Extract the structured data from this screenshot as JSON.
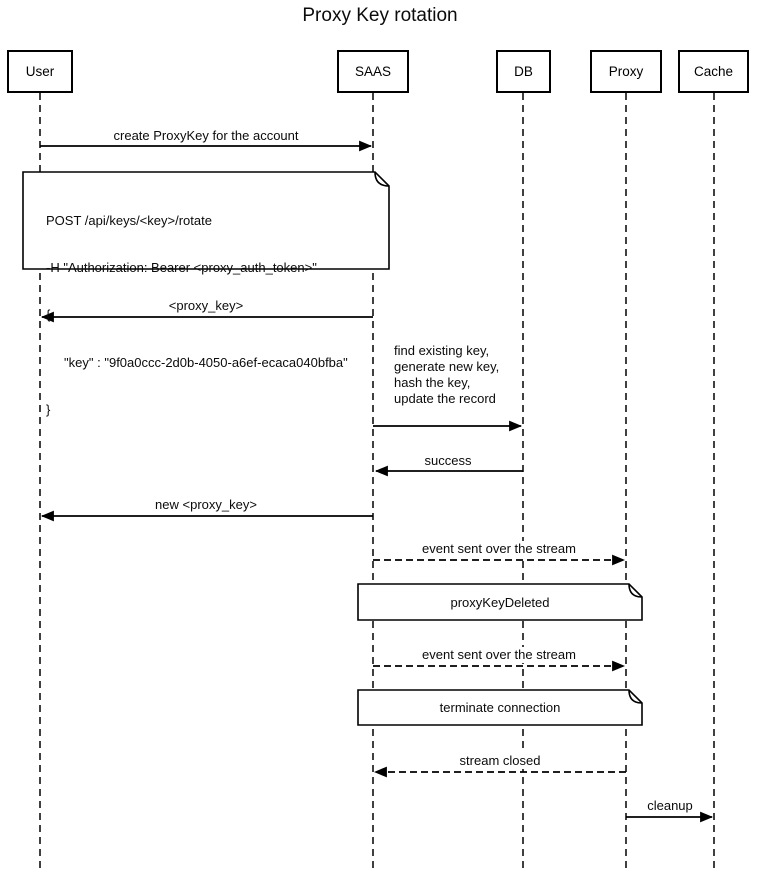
{
  "title": "Proxy Key rotation",
  "actors": {
    "user": "User",
    "saas": "SAAS",
    "db": "DB",
    "proxy": "Proxy",
    "cache": "Cache"
  },
  "messages": {
    "create_key": "create ProxyKey for the account",
    "proxy_key": "<proxy_key>",
    "db_op": {
      "line1": "find existing key,",
      "line2": "generate new key,",
      "line3": "hash the key,",
      "line4": "update the record"
    },
    "success": "success",
    "new_proxy_key": "new <proxy_key>",
    "event_stream_1": "event sent over the stream",
    "event_stream_2": "event sent over the stream",
    "stream_closed": "stream closed",
    "cleanup": "cleanup"
  },
  "notes": {
    "request": {
      "lines": [
        "POST /api/keys/<key>/rotate",
        "-H \"Authorization: Bearer <proxy_auth_token>\"",
        "{",
        "     \"key\" : \"9f0a0ccc-2d0b-4050-a6ef-ecaca040bfba\"",
        "}"
      ]
    },
    "proxy_key_deleted": "proxyKeyDeleted",
    "terminate_connection": "terminate connection"
  },
  "colors": {
    "line": "#000000",
    "background": "#ffffff",
    "text": "#000000"
  }
}
